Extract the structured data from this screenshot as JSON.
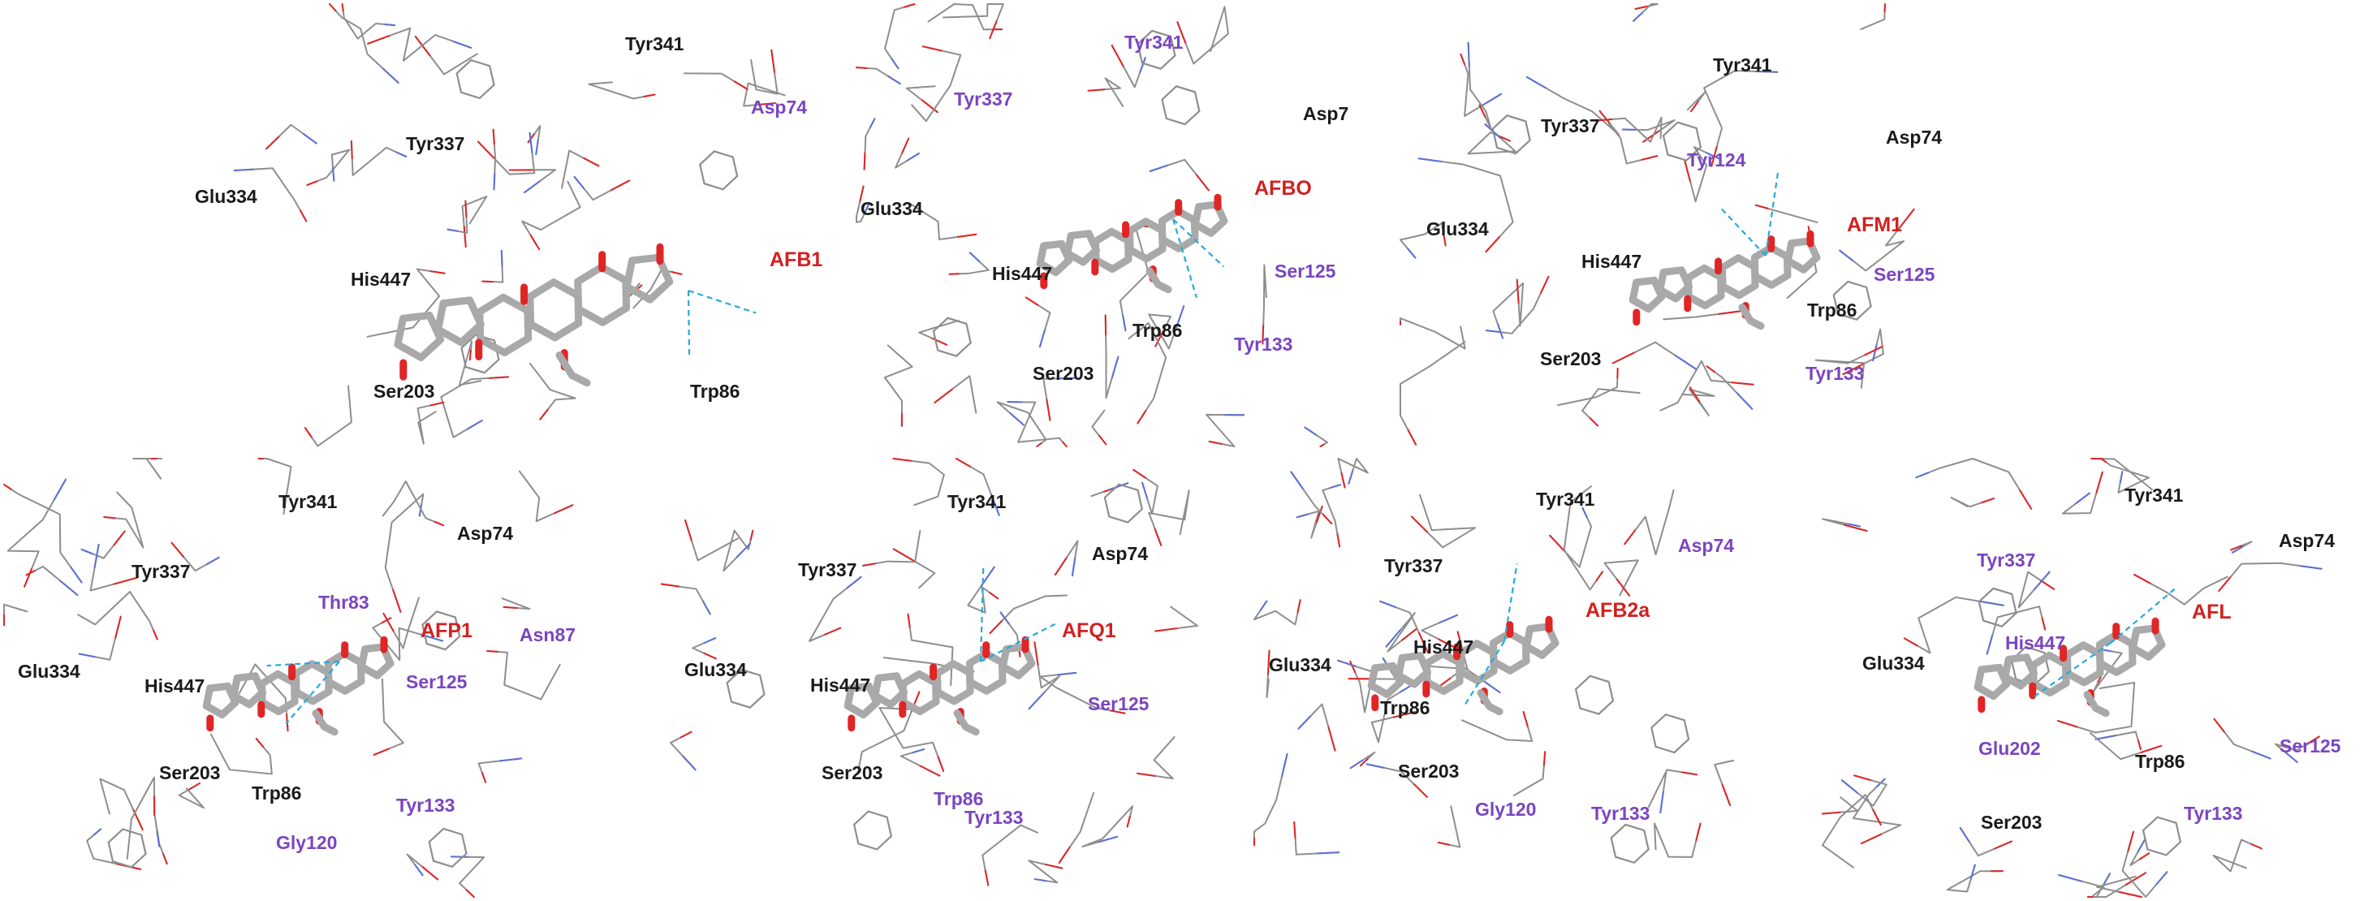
{
  "colors": {
    "residue_black": "#1a1a1a",
    "residue_purple": "#7a45c0",
    "ligand_red": "#d32020",
    "stick_gray": "#8e8e8e",
    "ligand_gray": "#a9a9a9",
    "oxygen_red": "#e02525",
    "nitrogen_blue": "#5b6fd6",
    "hbond_cyan": "#29a8d8"
  },
  "panels": [
    {
      "ligand": "AFB1",
      "labels": [
        {
          "text": "Tyr341",
          "color": "black"
        },
        {
          "text": "Asp74",
          "color": "purple"
        },
        {
          "text": "Tyr337",
          "color": "black"
        },
        {
          "text": "Glu334",
          "color": "black"
        },
        {
          "text": "His447",
          "color": "black"
        },
        {
          "text": "Ser203",
          "color": "black"
        },
        {
          "text": "Trp86",
          "color": "black"
        }
      ]
    },
    {
      "ligand": "AFBO",
      "labels": [
        {
          "text": "Tyr341",
          "color": "purple"
        },
        {
          "text": "Tyr337",
          "color": "purple"
        },
        {
          "text": "Asp7",
          "color": "black"
        },
        {
          "text": "Glu334",
          "color": "black"
        },
        {
          "text": "His447",
          "color": "black"
        },
        {
          "text": "Ser125",
          "color": "purple"
        },
        {
          "text": "Trp86",
          "color": "black"
        },
        {
          "text": "Ser203",
          "color": "black"
        },
        {
          "text": "Tyr133",
          "color": "purple"
        }
      ]
    },
    {
      "ligand": "AFM1",
      "labels": [
        {
          "text": "Tyr341",
          "color": "black"
        },
        {
          "text": "Tyr337",
          "color": "black"
        },
        {
          "text": "Asp74",
          "color": "black"
        },
        {
          "text": "Tyr124",
          "color": "purple"
        },
        {
          "text": "Glu334",
          "color": "black"
        },
        {
          "text": "His447",
          "color": "black"
        },
        {
          "text": "Ser125",
          "color": "purple"
        },
        {
          "text": "Trp86",
          "color": "black"
        },
        {
          "text": "Ser203",
          "color": "black"
        },
        {
          "text": "Tyr133",
          "color": "purple"
        }
      ]
    },
    {
      "ligand": "AFP1",
      "labels": [
        {
          "text": "Tyr341",
          "color": "black"
        },
        {
          "text": "Asp74",
          "color": "black"
        },
        {
          "text": "Tyr337",
          "color": "black"
        },
        {
          "text": "Thr83",
          "color": "purple"
        },
        {
          "text": "Asn87",
          "color": "purple"
        },
        {
          "text": "Glu334",
          "color": "black"
        },
        {
          "text": "His447",
          "color": "black"
        },
        {
          "text": "Ser125",
          "color": "purple"
        },
        {
          "text": "Ser203",
          "color": "black"
        },
        {
          "text": "Trp86",
          "color": "black"
        },
        {
          "text": "Tyr133",
          "color": "purple"
        },
        {
          "text": "Gly120",
          "color": "purple"
        }
      ]
    },
    {
      "ligand": "AFQ1",
      "labels": [
        {
          "text": "Tyr341",
          "color": "black"
        },
        {
          "text": "Asp74",
          "color": "black"
        },
        {
          "text": "Tyr337",
          "color": "black"
        },
        {
          "text": "Glu334",
          "color": "black"
        },
        {
          "text": "His447",
          "color": "black"
        },
        {
          "text": "Ser125",
          "color": "purple"
        },
        {
          "text": "Ser203",
          "color": "black"
        },
        {
          "text": "Trp86",
          "color": "purple"
        },
        {
          "text": "Tyr133",
          "color": "purple"
        }
      ]
    },
    {
      "ligand": "AFB2a",
      "labels": [
        {
          "text": "Tyr341",
          "color": "black"
        },
        {
          "text": "Asp74",
          "color": "purple"
        },
        {
          "text": "Tyr337",
          "color": "black"
        },
        {
          "text": "Glu334",
          "color": "black"
        },
        {
          "text": "His447",
          "color": "black"
        },
        {
          "text": "Trp86",
          "color": "black"
        },
        {
          "text": "Ser203",
          "color": "black"
        },
        {
          "text": "Gly120",
          "color": "purple"
        },
        {
          "text": "Tyr133",
          "color": "purple"
        }
      ]
    },
    {
      "ligand": "AFL",
      "labels": [
        {
          "text": "Tyr341",
          "color": "black"
        },
        {
          "text": "Asp74",
          "color": "black"
        },
        {
          "text": "Tyr337",
          "color": "purple"
        },
        {
          "text": "Glu334",
          "color": "black"
        },
        {
          "text": "His447",
          "color": "purple"
        },
        {
          "text": "Glu202",
          "color": "purple"
        },
        {
          "text": "Trp86",
          "color": "black"
        },
        {
          "text": "Ser125",
          "color": "purple"
        },
        {
          "text": "Ser203",
          "color": "black"
        },
        {
          "text": "Tyr133",
          "color": "purple"
        }
      ]
    }
  ]
}
